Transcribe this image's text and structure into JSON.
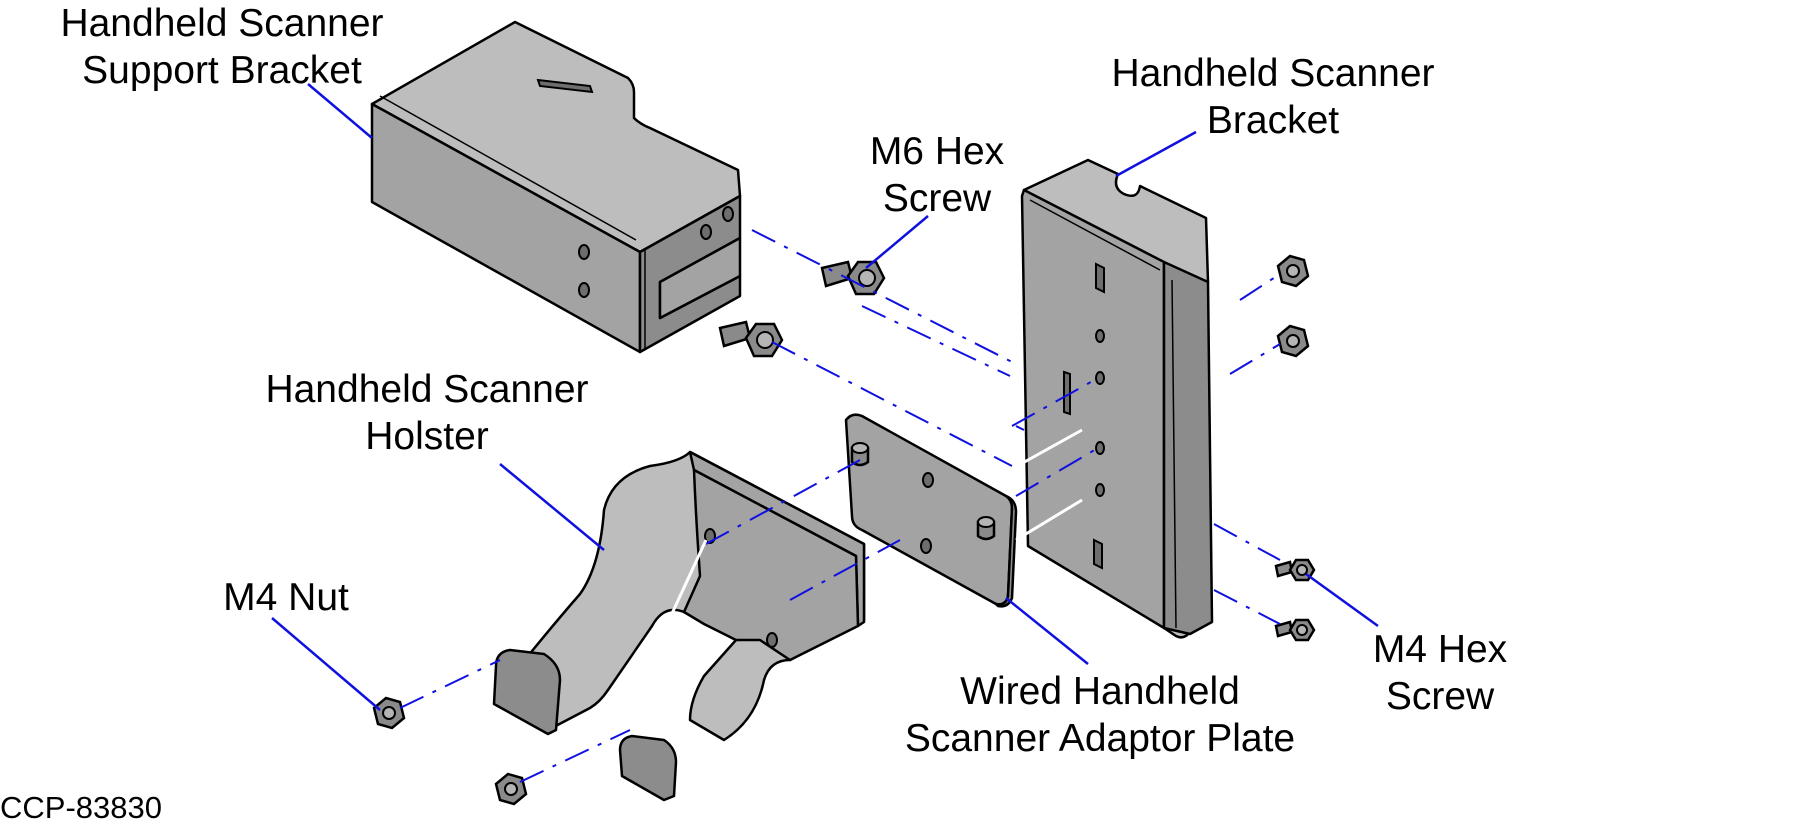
{
  "labels": {
    "support_bracket": [
      "Handheld Scanner",
      "Support Bracket"
    ],
    "scanner_bracket": [
      "Handheld Scanner",
      "Bracket"
    ],
    "m6_screw": [
      "M6 Hex",
      "Screw"
    ],
    "holster": [
      "Handheld Scanner",
      "Holster"
    ],
    "m4_nut": [
      "M4 Nut"
    ],
    "adaptor_plate": [
      "Wired Handheld",
      "Scanner Adaptor Plate"
    ],
    "m4_screw": [
      "M4 Hex",
      "Screw"
    ]
  },
  "figure_id": "CCP-83830",
  "colors": {
    "leader": "#1010e0",
    "part_fill": "#a3a3a3",
    "outline": "#000000"
  }
}
